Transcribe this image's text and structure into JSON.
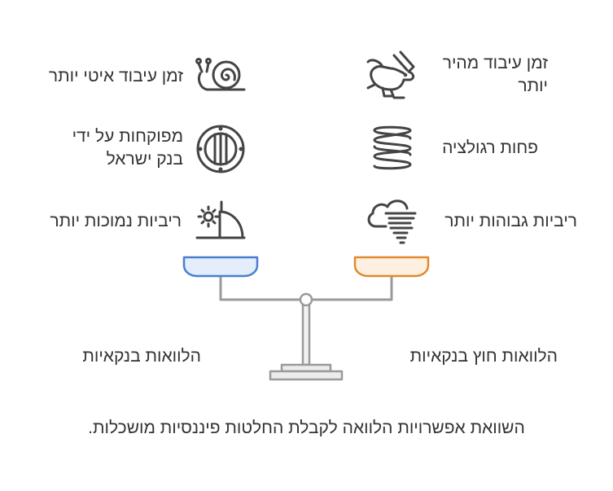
{
  "right_group": {
    "items": [
      {
        "label": "זמן עיבוד מהיר יותר",
        "icon": "rabbit-icon"
      },
      {
        "label": "פחות רגולציה",
        "icon": "spring-icon"
      },
      {
        "label": "ריביות גבוהות יותר",
        "icon": "cloud-sun-icon"
      }
    ],
    "title": "הלוואות חוץ בנקאיות",
    "pan_color": "#e08a2e",
    "pan_fill": "#fdf0e1"
  },
  "left_group": {
    "items": [
      {
        "label": "זמן עיבוד איטי יותר",
        "icon": "snail-icon"
      },
      {
        "label": "מפוקחות על ידי בנק ישראל",
        "icon": "porthole-icon"
      },
      {
        "label": "ריביות נמוכות יותר",
        "icon": "sunset-icon"
      }
    ],
    "title": "הלוואות בנקאיות",
    "pan_color": "#4a7fd0",
    "pan_fill": "#e3edfb"
  },
  "caption": "השוואת אפשרויות הלוואה לקבלת החלטות פיננסיות מושכלות."
}
